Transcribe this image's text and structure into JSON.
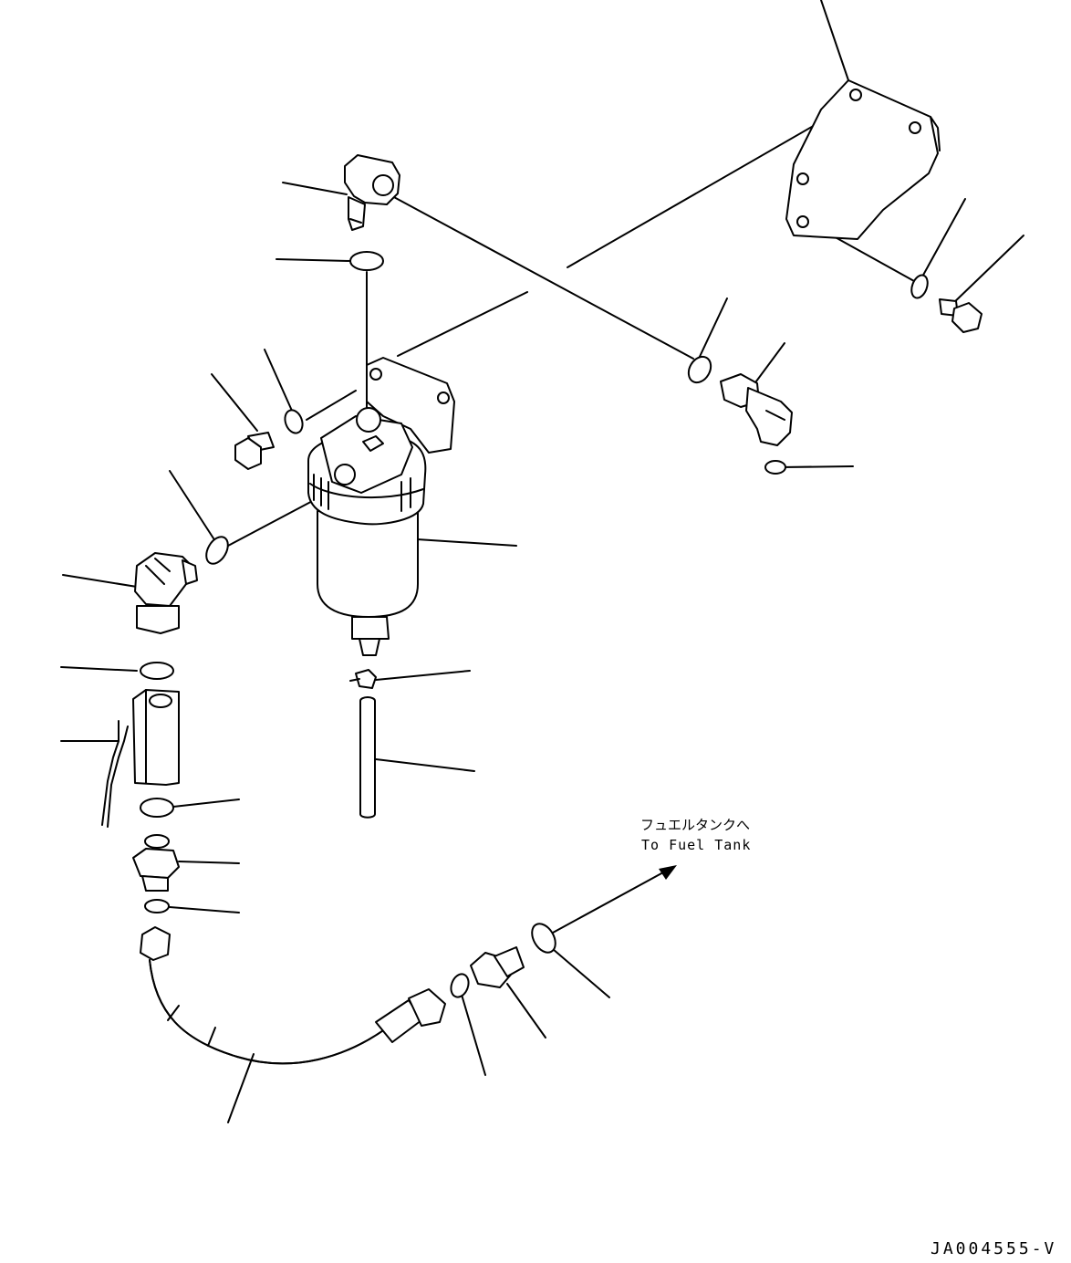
{
  "annotation": {
    "line1": "フュエルタンクへ",
    "line2": "To Fuel Tank"
  },
  "drawing_code": "JA004555-V",
  "colors": {
    "line": "#000000",
    "background": "#ffffff"
  }
}
